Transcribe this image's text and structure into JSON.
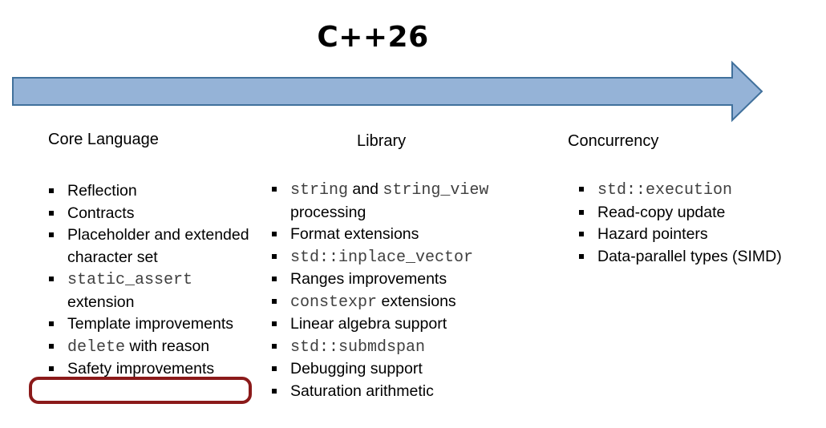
{
  "title": "C++26",
  "arrow": {
    "fill": "#95b3d7",
    "stroke": "#41719c"
  },
  "highlight_color": "#8b1a1a",
  "columns": [
    {
      "heading": "Core Language",
      "items": [
        {
          "parts": [
            {
              "t": "Reflection"
            }
          ]
        },
        {
          "parts": [
            {
              "t": "Contracts"
            }
          ]
        },
        {
          "parts": [
            {
              "t": "Placeholder and extended character set"
            }
          ]
        },
        {
          "parts": [
            {
              "t": "static_assert",
              "code": true
            },
            {
              "t": " extension"
            }
          ]
        },
        {
          "parts": [
            {
              "t": "Template improvements"
            }
          ]
        },
        {
          "parts": [
            {
              "t": "delete",
              "code": true
            },
            {
              "t": " with reason"
            }
          ]
        },
        {
          "parts": [
            {
              "t": "Safety improvements"
            }
          ],
          "highlighted": true
        }
      ]
    },
    {
      "heading": "Library",
      "items": [
        {
          "parts": [
            {
              "t": "string",
              "code": true
            },
            {
              "t": " and "
            },
            {
              "t": "string_view",
              "code": true
            },
            {
              "t": " processing"
            }
          ]
        },
        {
          "parts": [
            {
              "t": "Format extensions"
            }
          ]
        },
        {
          "parts": [
            {
              "t": "std::inplace_vector",
              "code": true
            }
          ]
        },
        {
          "parts": [
            {
              "t": "Ranges improvements"
            }
          ]
        },
        {
          "parts": [
            {
              "t": "constexpr",
              "code": true
            },
            {
              "t": " extensions"
            }
          ]
        },
        {
          "parts": [
            {
              "t": "Linear algebra support"
            }
          ]
        },
        {
          "parts": [
            {
              "t": "std::submdspan",
              "code": true
            }
          ]
        },
        {
          "parts": [
            {
              "t": "Debugging support"
            }
          ]
        },
        {
          "parts": [
            {
              "t": "Saturation arithmetic"
            }
          ]
        }
      ]
    },
    {
      "heading": "Concurrency",
      "items": [
        {
          "parts": [
            {
              "t": "std::execution",
              "code": true
            }
          ]
        },
        {
          "parts": [
            {
              "t": "Read-copy update"
            }
          ]
        },
        {
          "parts": [
            {
              "t": "Hazard pointers"
            }
          ]
        },
        {
          "parts": [
            {
              "t": "Data-parallel types (SIMD)"
            }
          ]
        }
      ]
    }
  ]
}
